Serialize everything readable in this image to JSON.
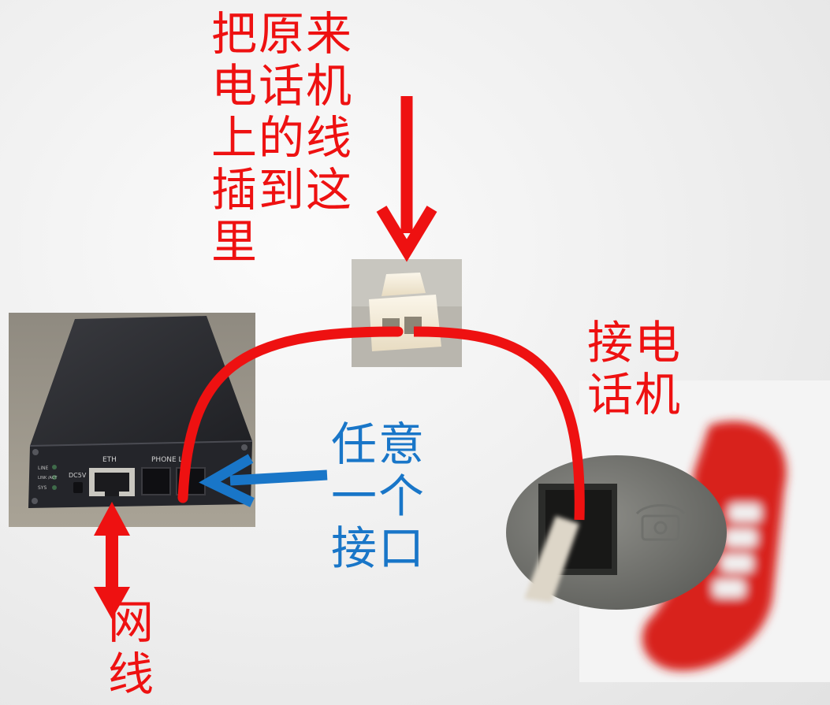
{
  "labels": {
    "plug_original_phone_line": "把原来\n电话机\n上的线\n插到这\n里",
    "connect_phone": "接电\n话机",
    "any_port": "任意\n一个\n接口",
    "network_cable": "网\n线"
  },
  "device": {
    "eth_label": "ETH",
    "phone_line_label": "PHONE LI",
    "dc_label": "DC5V",
    "led_labels": [
      "LINE",
      "LINK /ACT",
      "SYS"
    ]
  },
  "colors": {
    "cable_red": "#ee1111",
    "arrow_blue": "#1976c8",
    "text_red": "#ee1111",
    "text_blue": "#1976c8"
  }
}
